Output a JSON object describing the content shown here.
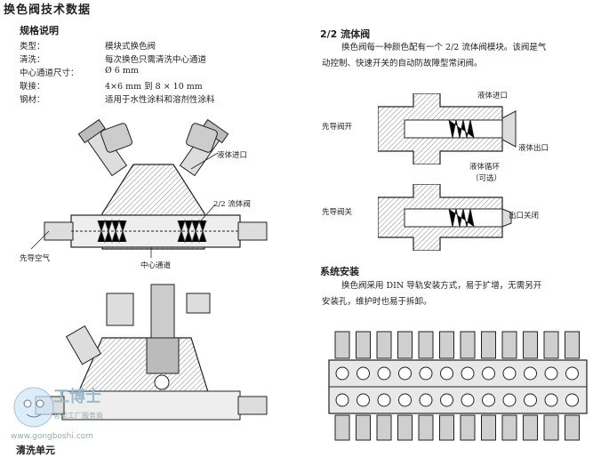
{
  "title": "换色阀技术数据",
  "spec": {
    "heading": "规格说明",
    "rows": [
      {
        "k": "类型：",
        "v": "模块式换色阀"
      },
      {
        "k": "清洗：",
        "v": "每次换色只需清洗中心通道"
      },
      {
        "k": "中心通道尺寸：",
        "v": "Ø 6 mm"
      },
      {
        "k": "联接：",
        "v": "4×6 mm 到 8 × 10 mm"
      },
      {
        "k": "钢材：",
        "v": "适用于水性涂料和溶剂性涂料"
      }
    ]
  },
  "fig1": {
    "liquid_inlet": "液体进口",
    "valve_22": "2/2 流体阀",
    "pilot_air": "先导空气",
    "center_channel": "中心通道"
  },
  "valve22": {
    "heading": "2/2 流体阀",
    "para1": "换色阀每一种颜色配有一个 2/2 流体阀模块。该阀是气",
    "para2": "动控制、快速开关的自动防故障型常闭阀。",
    "pilot_open": "先导阀开",
    "liquid_inlet": "液体进口",
    "liquid_outlet": "液体出口",
    "liquid_circ": "液体循环",
    "optional": "（可选）",
    "pilot_close": "先导阀关",
    "outlet_closed": "出口关闭"
  },
  "system": {
    "heading": "系统安装",
    "para1": "换色阀采用 DIN 导轨安装方式，易于扩增，无需另开",
    "para2": "安装孔，维护时也易于拆卸。"
  },
  "cleaning_unit": "清洗单元",
  "watermark": {
    "brand": "工博士",
    "sub": "智能工厂服务商",
    "url": "www.gongboshi.com"
  }
}
